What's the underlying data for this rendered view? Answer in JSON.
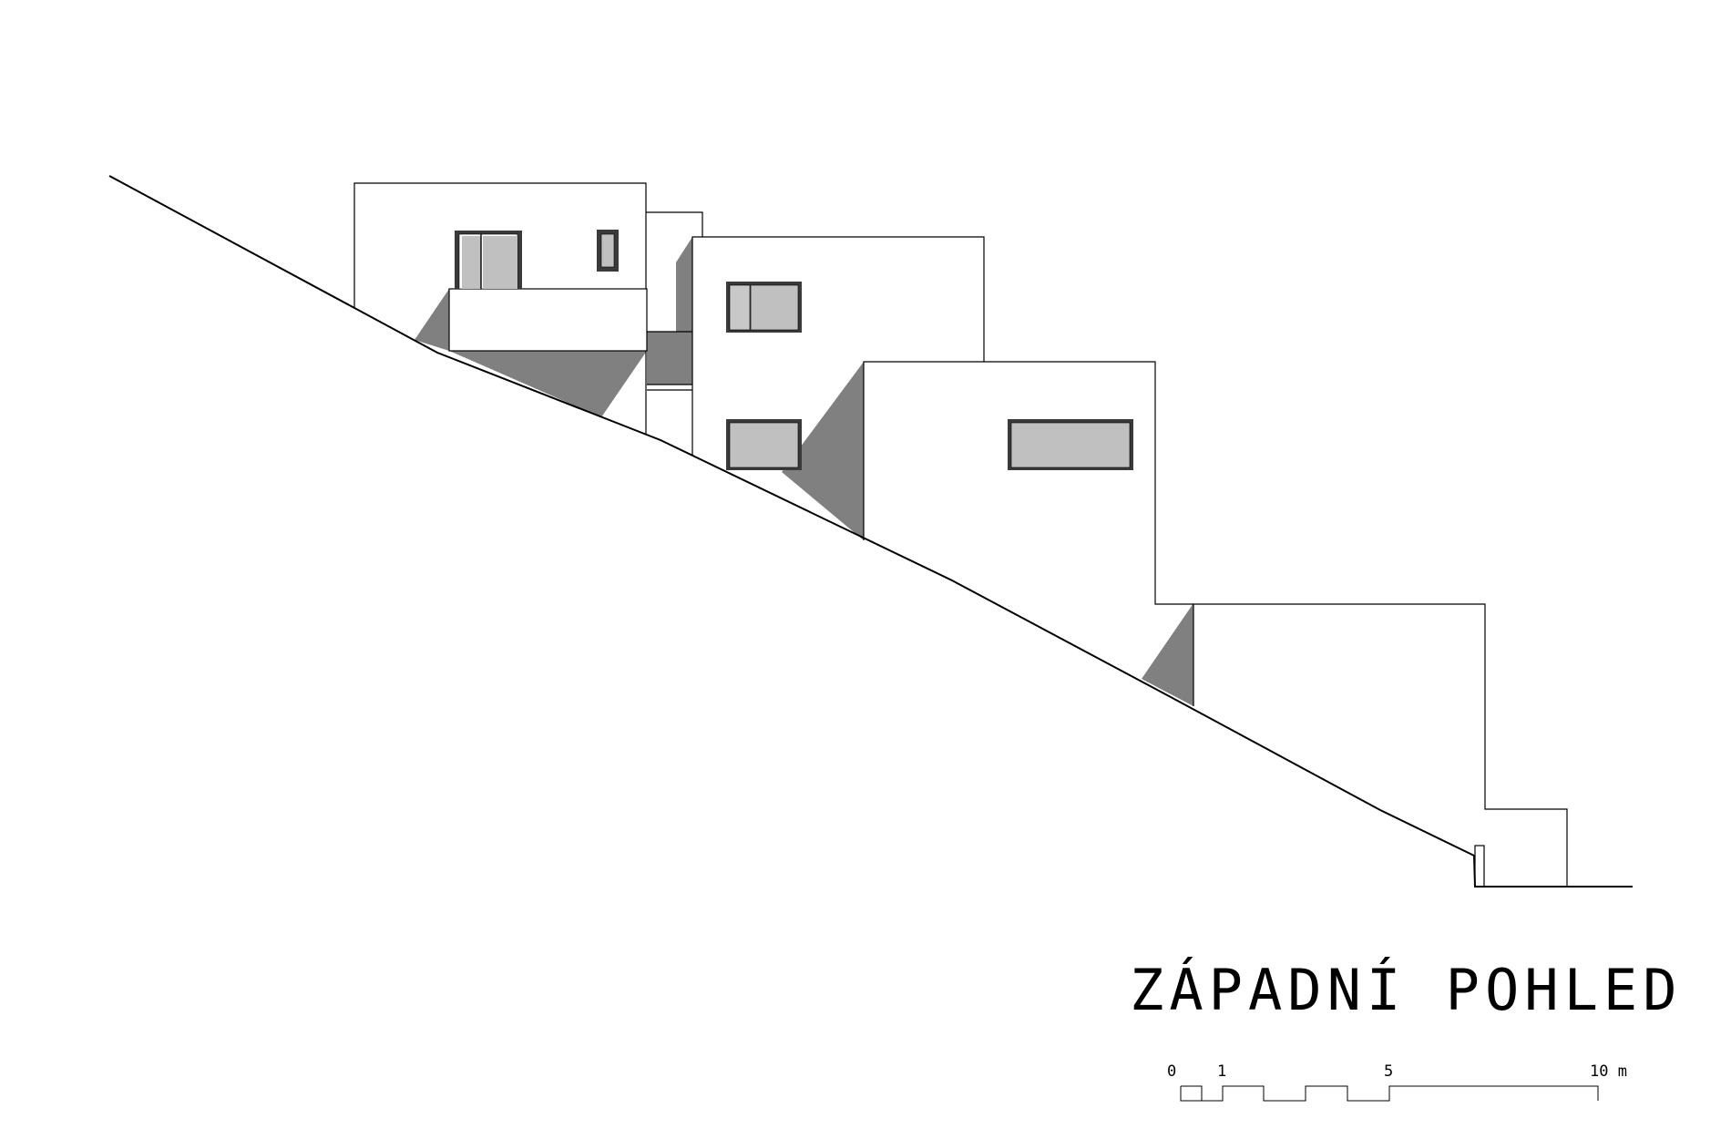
{
  "drawing": {
    "title": "ZÁPADNÍ POHLED",
    "scale_bar": {
      "labels": [
        "0",
        "1",
        "5",
        "10 m"
      ]
    },
    "colors": {
      "line": "#000000",
      "shadow": "#808080",
      "glass": "#c0c0c0",
      "frame": "#3a3a3a",
      "background": "#ffffff"
    }
  }
}
